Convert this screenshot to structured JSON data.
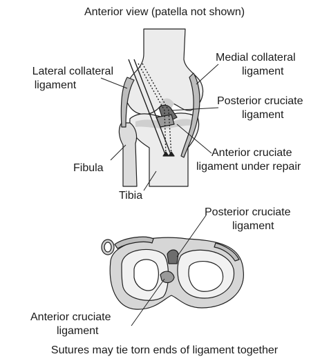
{
  "title": "Anterior view (patella not shown)",
  "caption": "Sutures may tie torn ends of ligament together",
  "labels": {
    "lcl_line1": "Lateral collateral",
    "lcl_line2": "ligament",
    "mcl_line1": "Medial collateral",
    "mcl_line2": "ligament",
    "pcl_top_line1": "Posterior cruciate",
    "pcl_top_line2": "ligament",
    "acl_repair_line1": "Anterior cruciate",
    "acl_repair_line2": "ligament under repair",
    "fibula": "Fibula",
    "tibia": "Tibia",
    "pcl_bottom_line1": "Posterior cruciate",
    "pcl_bottom_line2": "ligament",
    "acl_bottom_line1": "Anterior cruciate",
    "acl_bottom_line2": "ligament"
  },
  "colors": {
    "bone": "#ececec",
    "bone_shade": "#cfcfcf",
    "ligament": "#bdbdbd",
    "dark": "#6e6e6e",
    "outline": "#1f1f1f"
  }
}
